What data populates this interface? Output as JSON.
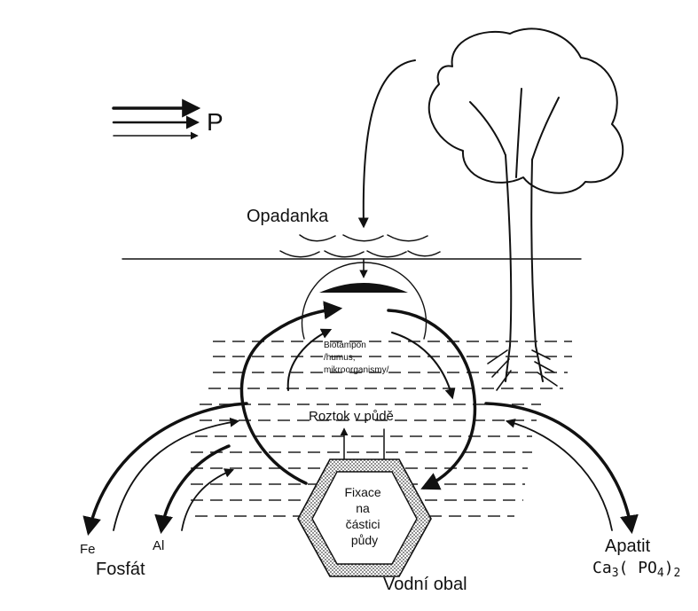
{
  "legend": {
    "symbol": "P"
  },
  "labels": {
    "litter": "Opadanka",
    "biotampon": [
      "Biotampon",
      "/humus,",
      "mikroorganismy/"
    ],
    "solution": "Roztok v půdě",
    "fixation": [
      "Fixace",
      "na",
      "částici",
      "půdy"
    ],
    "water_film": "Vodní obal",
    "fe": "Fe",
    "al": "Al",
    "phosphate": "Fosfát",
    "apatite": "Apatit",
    "apatite_formula": [
      "Ca",
      "3",
      "( PO",
      "4",
      ")",
      "2"
    ]
  }
}
